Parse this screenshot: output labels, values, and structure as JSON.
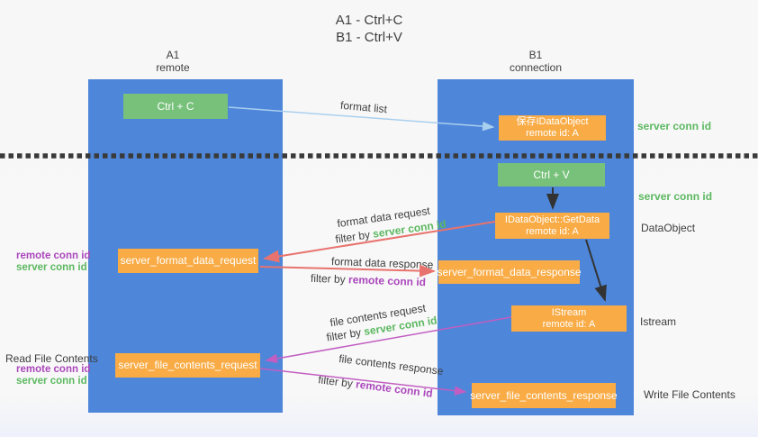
{
  "title": {
    "line1": "A1 - Ctrl+C",
    "line2": "B1 - Ctrl+V"
  },
  "lanes": {
    "left": {
      "title": "A1",
      "subtitle": "remote"
    },
    "right": {
      "title": "B1",
      "subtitle": "connection"
    }
  },
  "nodes": {
    "ctrl_c": {
      "label": "Ctrl + C"
    },
    "ctrl_v": {
      "label": "Ctrl + V"
    },
    "save_dataobject": {
      "line1": "保存IDataObject",
      "line2": "remote id: A"
    },
    "getdata": {
      "line1": "IDataObject::GetData",
      "line2": "remote id: A"
    },
    "istream": {
      "line1": "IStream",
      "line2": "remote id: A"
    },
    "server_format_data_request": {
      "label": "server_format_data_request"
    },
    "server_format_data_response": {
      "label": "server_format_data_response"
    },
    "server_file_contents_request": {
      "label": "server_file_contents_request"
    },
    "server_file_contents_response": {
      "label": "server_file_contents_response"
    }
  },
  "arrow_labels": {
    "format_list": "format list",
    "format_data_request": "format data request",
    "format_data_response": "format data response",
    "file_contents_request": "file contents request",
    "file_contents_response": "file contents response",
    "filter_by": "filter by",
    "server_conn_id": "server conn id",
    "remote_conn_id": "remote conn id"
  },
  "side_labels": {
    "server_conn_id": "server conn id",
    "remote_conn_id": "remote conn id",
    "dataobject": "DataObject",
    "istream": "Istream",
    "read_file_contents": "Read File Contents",
    "write_file_contents": "Write File Contents"
  },
  "colors": {
    "lane_blue": "#4e86d9",
    "node_green": "#77c17a",
    "node_orange": "#f9ab45",
    "arrow_lightblue": "#a9cfef",
    "arrow_red": "#e8736e",
    "arrow_magenta": "#c25ec2",
    "arrow_black": "#333333",
    "text_green": "#5cb860",
    "text_purple": "#ab47bc",
    "text_dark": "#3c3c3c",
    "divider_dark": "#3a3a3a"
  }
}
